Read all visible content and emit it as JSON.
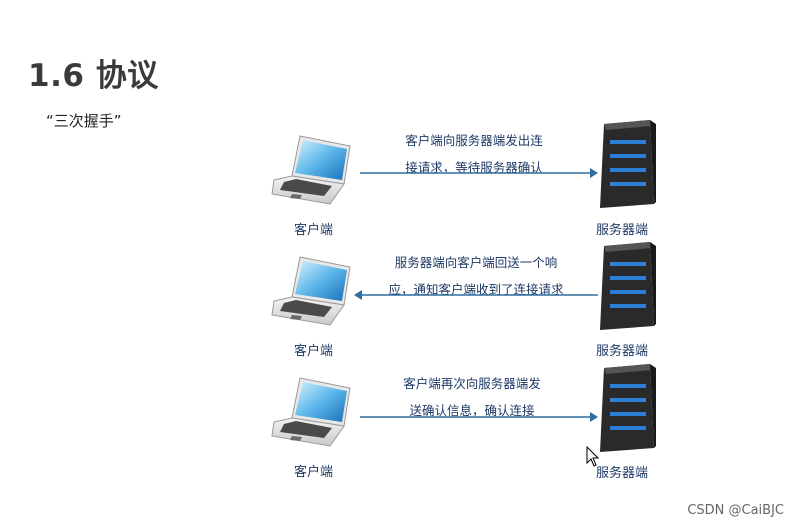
{
  "slide": {
    "title": "1.6 协议",
    "subtitle": "“三次握手”"
  },
  "steps": [
    {
      "client_label": "客户端",
      "server_label": "服务器端",
      "line1": "客户端向服务器端发出连",
      "line2": "接请求，等待服务器确认",
      "direction": "to-server"
    },
    {
      "client_label": "客户端",
      "server_label": "服务器端",
      "line1": "服务器端向客户端回送一个响",
      "line2": "应，通知客户端收到了连接请求",
      "direction": "to-client"
    },
    {
      "client_label": "客户端",
      "server_label": "服务器端",
      "line1": "客户端再次向服务器端发",
      "line2": "送确认信息，确认连接",
      "direction": "to-server"
    }
  ],
  "watermark": "CSDN @CaiBJC",
  "colors": {
    "arrow": "#2f6ea0",
    "text": "#1f3a66"
  }
}
